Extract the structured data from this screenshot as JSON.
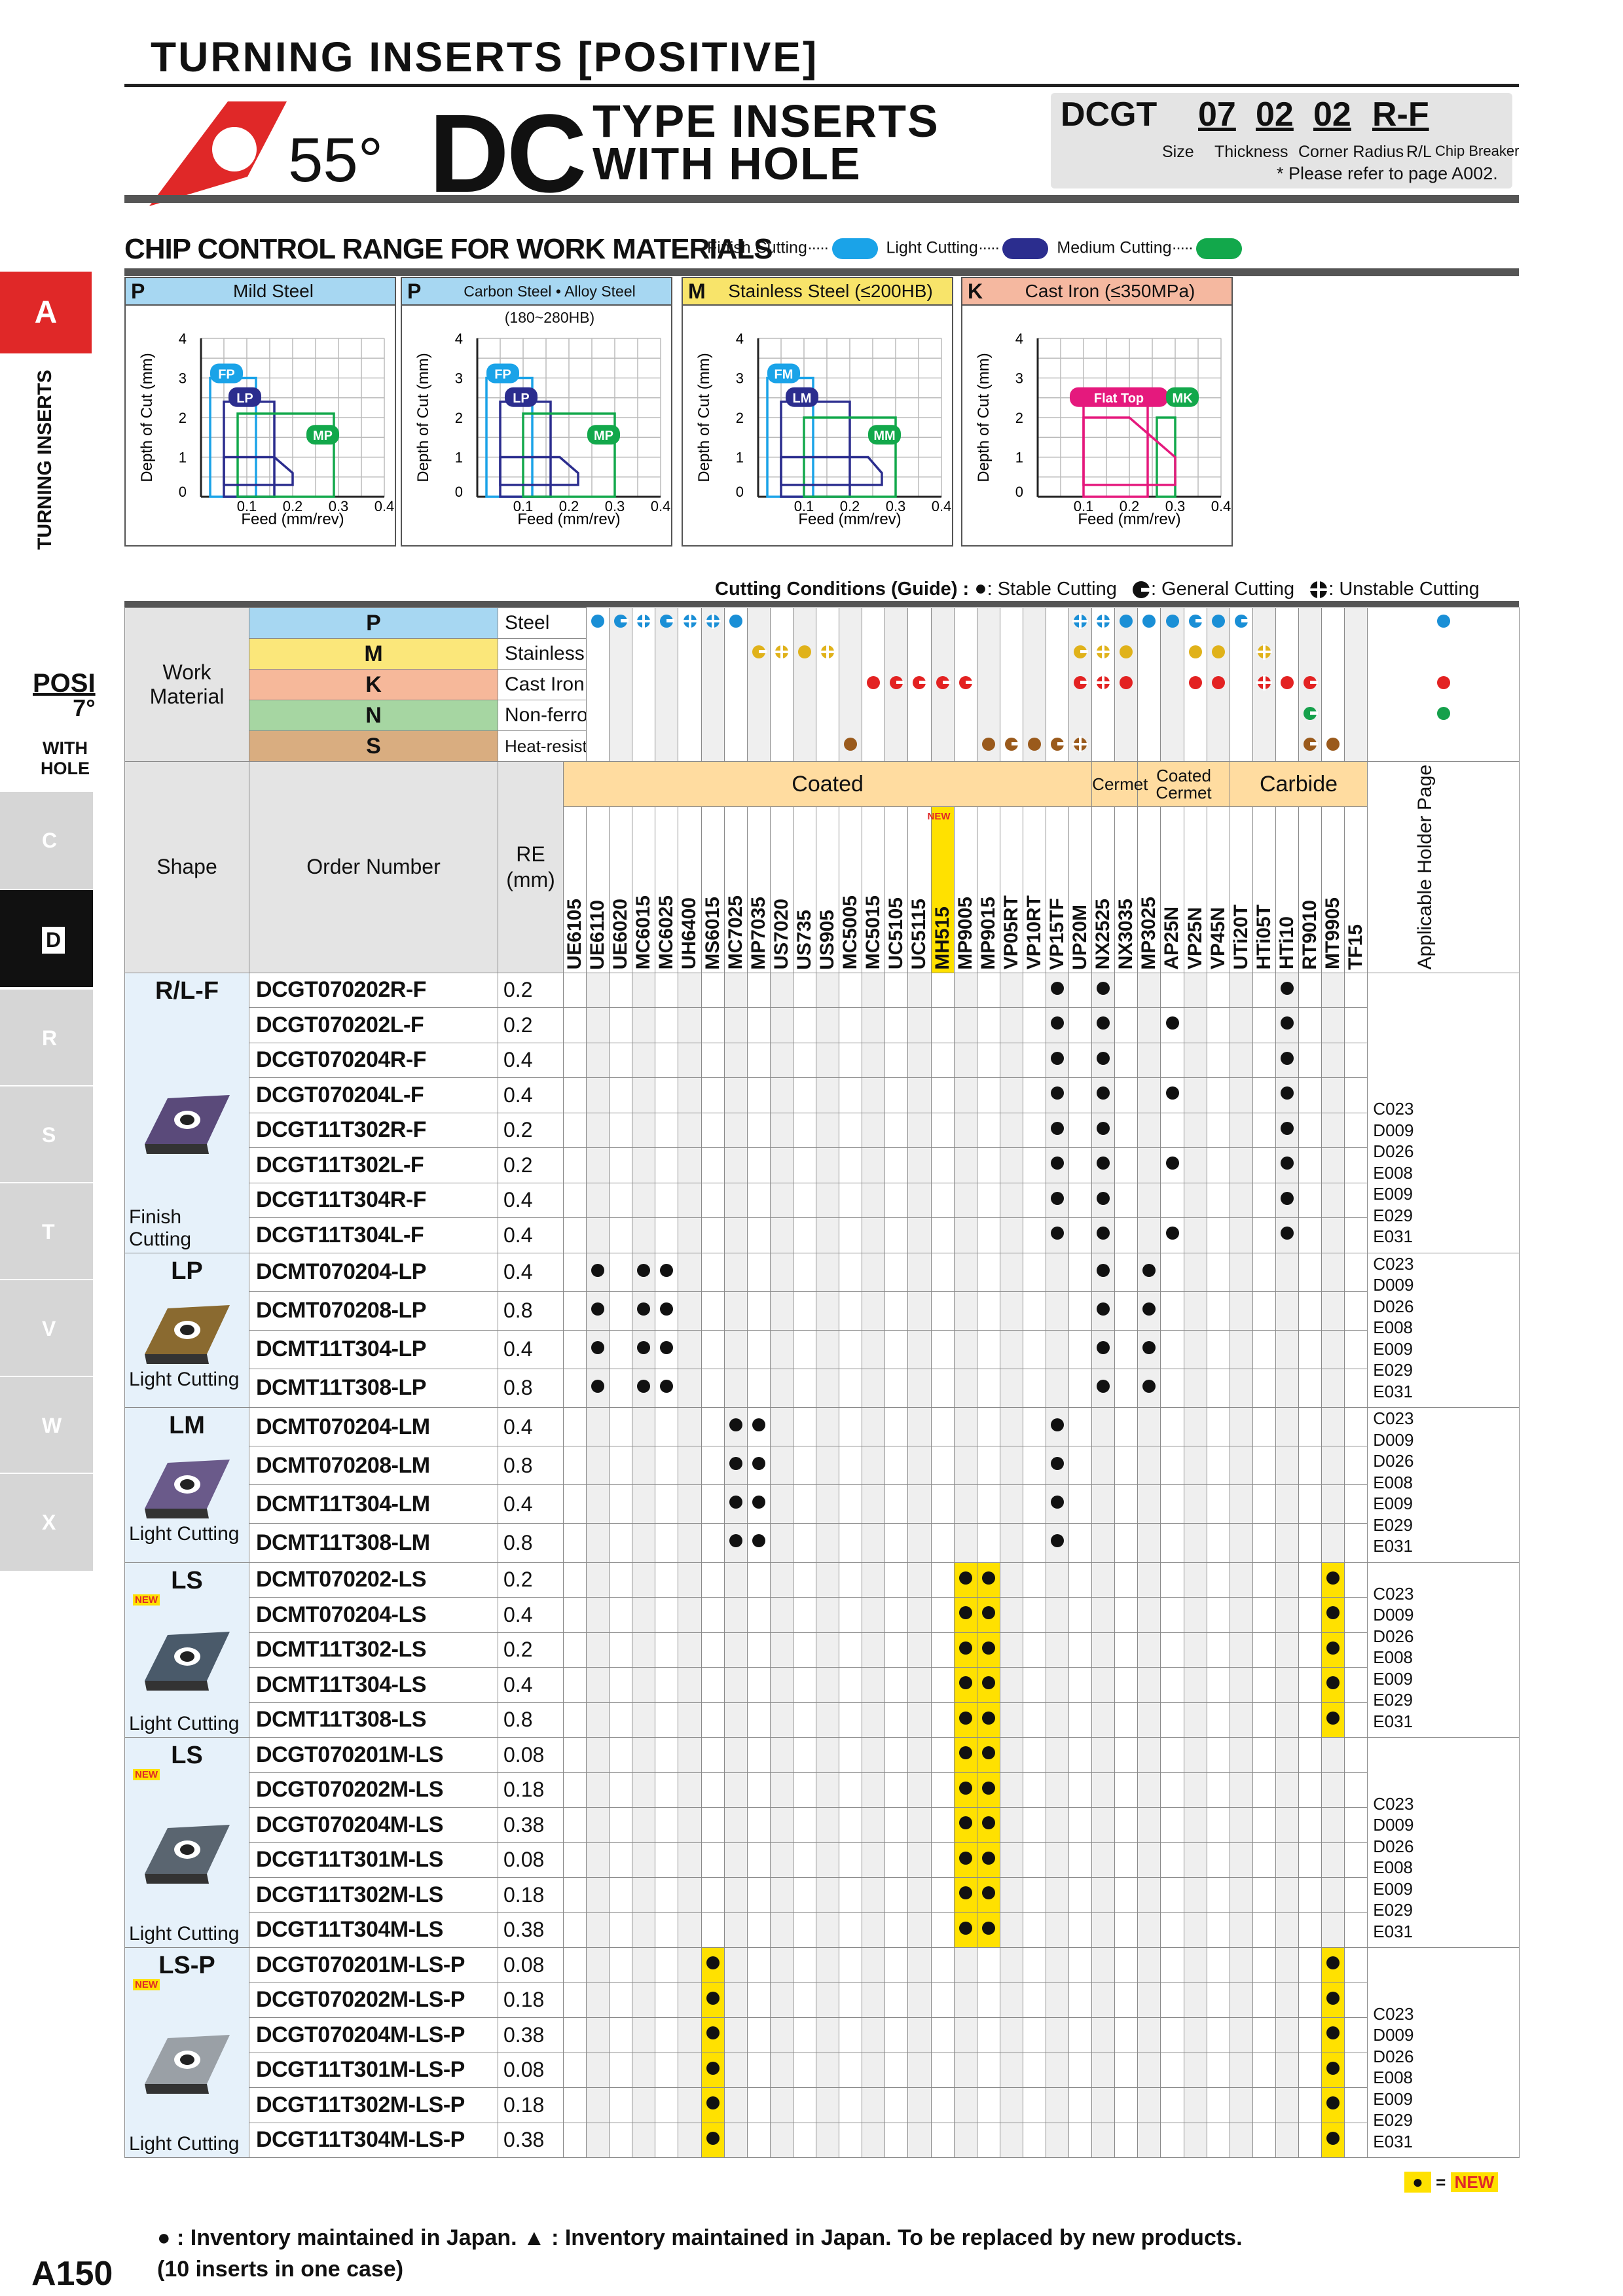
{
  "header": {
    "section_title": "TURNING INSERTS [POSITIVE]",
    "angle": "55°",
    "type_code": "DC",
    "type_line1": "TYPE INSERTS",
    "type_line2": "WITH HOLE",
    "designation_prefix": "DCGT",
    "designation_parts": [
      "07",
      "02",
      "02",
      "R-F"
    ],
    "designation_labels": [
      "Size",
      "Thickness",
      "Corner Radius",
      "R/L",
      "Chip Breaker"
    ],
    "note": "* Please refer to page A002."
  },
  "side_tabs": {
    "active_letter": "A",
    "category": "TURNING INSERTS",
    "posi": "POSI",
    "posi_angle": "7°",
    "with": "WITH",
    "hole": "HOLE",
    "shape_tabs": [
      "C",
      "D",
      "R",
      "S",
      "T",
      "V",
      "W",
      "X"
    ],
    "active_shape": "D"
  },
  "chip_control": {
    "title": "CHIP CONTROL RANGE FOR WORK MATERIALS",
    "legend": [
      {
        "label": "Finish Cutting",
        "color": "#1aa3e8"
      },
      {
        "label": "Light Cutting",
        "color": "#2b2d8e"
      },
      {
        "label": "Medium Cutting",
        "color": "#12a84b"
      }
    ],
    "panels": [
      {
        "letter": "P",
        "label": "Mild Steel",
        "header_color": "#a7d7f2",
        "boxes": [
          {
            "name": "FP",
            "color": "#1aa3e8"
          },
          {
            "name": "LP",
            "color": "#2b2d8e"
          },
          {
            "name": "MP",
            "color": "#12a84b"
          }
        ]
      },
      {
        "letter": "P",
        "label": "Carbon Steel • Alloy Steel (180~280HB)",
        "header_color": "#a7d7f2",
        "boxes": [
          {
            "name": "FP",
            "color": "#1aa3e8"
          },
          {
            "name": "LP",
            "color": "#2b2d8e"
          },
          {
            "name": "MP",
            "color": "#12a84b"
          }
        ]
      },
      {
        "letter": "M",
        "label": "Stainless Steel (≤200HB)",
        "header_color": "#f8e46a",
        "boxes": [
          {
            "name": "FM",
            "color": "#1aa3e8"
          },
          {
            "name": "LM",
            "color": "#2b2d8e"
          },
          {
            "name": "MM",
            "color": "#12a84b"
          }
        ]
      },
      {
        "letter": "K",
        "label": "Cast Iron (≤350MPa)",
        "header_color": "#f5b8a0",
        "boxes": [
          {
            "name": "Flat Top",
            "color": "#e5197d"
          },
          {
            "name": "MK",
            "color": "#12a84b"
          }
        ]
      }
    ],
    "ylabel": "Depth of Cut (mm)",
    "xlabel": "Feed (mm/rev)",
    "yticks": [
      "0",
      "1",
      "2",
      "3",
      "4"
    ],
    "xticks": [
      "0.1",
      "0.2",
      "0.3",
      "0.4"
    ]
  },
  "conditions": {
    "label": "Cutting Conditions (Guide) :",
    "stable": ": Stable Cutting",
    "general": ": General Cutting",
    "unstable": ": Unstable Cutting"
  },
  "work_material": {
    "title_line1": "Work",
    "title_line2": "Material",
    "rows": [
      {
        "letter": "P",
        "name": "Steel",
        "color": "#a7d7f2"
      },
      {
        "letter": "M",
        "name": "Stainless Steel",
        "color": "#fbe77a"
      },
      {
        "letter": "K",
        "name": "Cast Iron",
        "color": "#f6b89a"
      },
      {
        "letter": "N",
        "name": "Non-ferrous Metal",
        "color": "#a6d6a2"
      },
      {
        "letter": "S",
        "name": "Heat-resistant Alloy, Titanium Alloy",
        "color": "#d9ad80"
      }
    ]
  },
  "table_headers": {
    "shape": "Shape",
    "order_number": "Order Number",
    "re": "RE",
    "re_unit": "(mm)",
    "groups": [
      "Coated",
      "Cermet",
      "Coated Cermet",
      "Carbide"
    ],
    "holder": "Applicable Holder Page",
    "new_label": "NEW"
  },
  "grades": [
    "UE6105",
    "UE6110",
    "UE6020",
    "MC6015",
    "MC6025",
    "UH6400",
    "MS6015",
    "MC7025",
    "MP7035",
    "US7020",
    "US735",
    "US905",
    "MC5005",
    "MC5015",
    "UC5105",
    "UC5115",
    "MH515",
    "MP9005",
    "MP9015",
    "VP05RT",
    "VP10RT",
    "VP15TF",
    "UP20M",
    "NX2525",
    "NX3035",
    "MP3025",
    "AP25N",
    "VP25N",
    "VP45N",
    "UTi20T",
    "HTi05T",
    "HTi10",
    "RT9010",
    "MT9905",
    "TF15"
  ],
  "material_marks": [
    [
      "S",
      "G",
      "U",
      "G",
      "U",
      "U",
      "S",
      "",
      "",
      "",
      "",
      "",
      "",
      "",
      "",
      "",
      "",
      "",
      "",
      "",
      "",
      "U",
      "U",
      "S",
      "S",
      "S",
      "G",
      "S",
      "G",
      "",
      "",
      "",
      "",
      "",
      "S"
    ],
    [
      "",
      "",
      "",
      "",
      "",
      "",
      "",
      "G",
      "U",
      "S",
      "U",
      "",
      "",
      "",
      "",
      "",
      "",
      "",
      "",
      "",
      "",
      "G",
      "U",
      "S",
      "",
      "",
      "S",
      "S",
      "",
      "U",
      "",
      "",
      "",
      "",
      ""
    ],
    [
      "",
      "",
      "",
      "",
      "",
      "",
      "",
      "",
      "",
      "",
      "",
      "",
      "S",
      "G",
      "G",
      "G",
      "G",
      "",
      "",
      "",
      "",
      "G",
      "U",
      "S",
      "",
      "",
      "S",
      "S",
      "",
      "U",
      "S",
      "G",
      "",
      "",
      "S"
    ],
    [
      "",
      "",
      "",
      "",
      "",
      "",
      "",
      "",
      "",
      "",
      "",
      "",
      "",
      "",
      "",
      "",
      "",
      "",
      "",
      "",
      "",
      "",
      "",
      "",
      "",
      "",
      "",
      "",
      "",
      "",
      "",
      "G",
      "",
      "",
      "S"
    ],
    [
      "",
      "",
      "",
      "",
      "",
      "",
      "",
      "",
      "",
      "",
      "",
      "S",
      "",
      "",
      "",
      "",
      "",
      "S",
      "G",
      "S",
      "G",
      "U",
      "",
      "",
      "",
      "",
      "",
      "",
      "",
      "",
      "",
      "G",
      "S",
      "",
      ""
    ]
  ],
  "groups": [
    {
      "name": "R/L-F",
      "label": "Finish Cutting",
      "is_new": false,
      "insert_color": "#5a4a7a",
      "holder_pages": [
        "C023",
        "D009",
        "D026",
        "E008",
        "E009",
        "E029",
        "E031"
      ],
      "rows": [
        {
          "order": "DCGT070202R-F",
          "re": "0.2",
          "marks": [
            21,
            23,
            31
          ]
        },
        {
          "order": "DCGT070202L-F",
          "re": "0.2",
          "marks": [
            21,
            23,
            26,
            31
          ]
        },
        {
          "order": "DCGT070204R-F",
          "re": "0.4",
          "marks": [
            21,
            23,
            31
          ]
        },
        {
          "order": "DCGT070204L-F",
          "re": "0.4",
          "marks": [
            21,
            23,
            26,
            31
          ]
        },
        {
          "order": "DCGT11T302R-F",
          "re": "0.2",
          "marks": [
            21,
            23,
            31
          ]
        },
        {
          "order": "DCGT11T302L-F",
          "re": "0.2",
          "marks": [
            21,
            23,
            26,
            31
          ]
        },
        {
          "order": "DCGT11T304R-F",
          "re": "0.4",
          "marks": [
            21,
            23,
            31
          ]
        },
        {
          "order": "DCGT11T304L-F",
          "re": "0.4",
          "marks": [
            21,
            23,
            26,
            31
          ]
        }
      ]
    },
    {
      "name": "LP",
      "label": "Light Cutting",
      "is_new": false,
      "insert_color": "#8a6a30",
      "holder_pages": [
        "C023",
        "D009",
        "D026",
        "E008",
        "E009",
        "E029",
        "E031"
      ],
      "rows": [
        {
          "order": "DCMT070204-LP",
          "re": "0.4",
          "marks": [
            1,
            3,
            4,
            23,
            25
          ]
        },
        {
          "order": "DCMT070208-LP",
          "re": "0.8",
          "marks": [
            1,
            3,
            4,
            23,
            25
          ]
        },
        {
          "order": "DCMT11T304-LP",
          "re": "0.4",
          "marks": [
            1,
            3,
            4,
            23,
            25
          ]
        },
        {
          "order": "DCMT11T308-LP",
          "re": "0.8",
          "marks": [
            1,
            3,
            4,
            23,
            25
          ]
        }
      ]
    },
    {
      "name": "LM",
      "label": "Light Cutting",
      "is_new": false,
      "insert_color": "#6a5a8a",
      "holder_pages": [
        "C023",
        "D009",
        "D026",
        "E008",
        "E009",
        "E029",
        "E031"
      ],
      "rows": [
        {
          "order": "DCMT070204-LM",
          "re": "0.4",
          "marks": [
            7,
            8,
            21
          ]
        },
        {
          "order": "DCMT070208-LM",
          "re": "0.8",
          "marks": [
            7,
            8,
            21
          ]
        },
        {
          "order": "DCMT11T304-LM",
          "re": "0.4",
          "marks": [
            7,
            8,
            21
          ]
        },
        {
          "order": "DCMT11T308-LM",
          "re": "0.8",
          "marks": [
            7,
            8,
            21
          ]
        }
      ]
    },
    {
      "name": "LS",
      "label": "Light Cutting",
      "is_new": true,
      "insert_color": "#4a5a6a",
      "holder_pages": [
        "C023",
        "D009",
        "D026",
        "E008",
        "E009",
        "E029",
        "E031"
      ],
      "rows": [
        {
          "order": "DCMT070202-LS",
          "re": "0.2",
          "marks": [
            17,
            18,
            33
          ],
          "new_marks": [
            17,
            18,
            33
          ]
        },
        {
          "order": "DCMT070204-LS",
          "re": "0.4",
          "marks": [
            17,
            18,
            33
          ],
          "new_marks": [
            17,
            18,
            33
          ]
        },
        {
          "order": "DCMT11T302-LS",
          "re": "0.2",
          "marks": [
            17,
            18,
            33
          ],
          "new_marks": [
            17,
            18,
            33
          ]
        },
        {
          "order": "DCMT11T304-LS",
          "re": "0.4",
          "marks": [
            17,
            18,
            33
          ],
          "new_marks": [
            17,
            18,
            33
          ]
        },
        {
          "order": "DCMT11T308-LS",
          "re": "0.8",
          "marks": [
            17,
            18,
            33
          ],
          "new_marks": [
            17,
            18,
            33
          ]
        }
      ]
    },
    {
      "name": "LS",
      "label": "Light Cutting",
      "is_new": true,
      "insert_color": "#5a6570",
      "holder_pages": [
        "C023",
        "D009",
        "D026",
        "E008",
        "E009",
        "E029",
        "E031"
      ],
      "rows": [
        {
          "order": "DCGT070201M-LS",
          "re": "0.08",
          "marks": [
            17,
            18
          ],
          "new_marks": [
            17,
            18
          ]
        },
        {
          "order": "DCGT070202M-LS",
          "re": "0.18",
          "marks": [
            17,
            18
          ],
          "new_marks": [
            17,
            18
          ]
        },
        {
          "order": "DCGT070204M-LS",
          "re": "0.38",
          "marks": [
            17,
            18
          ],
          "new_marks": [
            17,
            18
          ]
        },
        {
          "order": "DCGT11T301M-LS",
          "re": "0.08",
          "marks": [
            17,
            18
          ],
          "new_marks": [
            17,
            18
          ]
        },
        {
          "order": "DCGT11T302M-LS",
          "re": "0.18",
          "marks": [
            17,
            18
          ],
          "new_marks": [
            17,
            18
          ]
        },
        {
          "order": "DCGT11T304M-LS",
          "re": "0.38",
          "marks": [
            17,
            18
          ],
          "new_marks": [
            17,
            18
          ]
        }
      ]
    },
    {
      "name": "LS-P",
      "label": "Light Cutting",
      "is_new": true,
      "insert_color": "#9aa0a6",
      "holder_pages": [
        "C023",
        "D009",
        "D026",
        "E008",
        "E009",
        "E029",
        "E031"
      ],
      "rows": [
        {
          "order": "DCGT070201M-LS-P",
          "re": "0.08",
          "marks": [
            6,
            33
          ],
          "new_marks": [
            6,
            33
          ]
        },
        {
          "order": "DCGT070202M-LS-P",
          "re": "0.18",
          "marks": [
            6,
            33
          ],
          "new_marks": [
            6,
            33
          ]
        },
        {
          "order": "DCGT070204M-LS-P",
          "re": "0.38",
          "marks": [
            6,
            33
          ],
          "new_marks": [
            6,
            33
          ]
        },
        {
          "order": "DCGT11T301M-LS-P",
          "re": "0.08",
          "marks": [
            6,
            33
          ],
          "new_marks": [
            6,
            33
          ]
        },
        {
          "order": "DCGT11T302M-LS-P",
          "re": "0.18",
          "marks": [
            6,
            33
          ],
          "new_marks": [
            6,
            33
          ]
        },
        {
          "order": "DCGT11T304M-LS-P",
          "re": "0.38",
          "marks": [
            6,
            33
          ],
          "new_marks": [
            6,
            33
          ]
        }
      ]
    }
  ],
  "new_key": {
    "equals": "=",
    "label": "NEW"
  },
  "footer": {
    "note1": "● : Inventory maintained in Japan.   ▲ : Inventory maintained in Japan. To be replaced by new products.",
    "note2": "(10 inserts in one case)",
    "page_number": "A150"
  },
  "colors": {
    "accent_red": "#e02828",
    "cyan": "#1aa3e8",
    "navy": "#2b2d8e",
    "green": "#12a84b",
    "pink": "#e5197d",
    "mark_blue": "#1a8fd6",
    "mark_yellow": "#e0b21a",
    "mark_red": "#e32222",
    "mark_green": "#15a04b",
    "mark_brown": "#9a5a1c",
    "new_highlight": "#ffe100",
    "group_bg": "#ffdca0"
  }
}
